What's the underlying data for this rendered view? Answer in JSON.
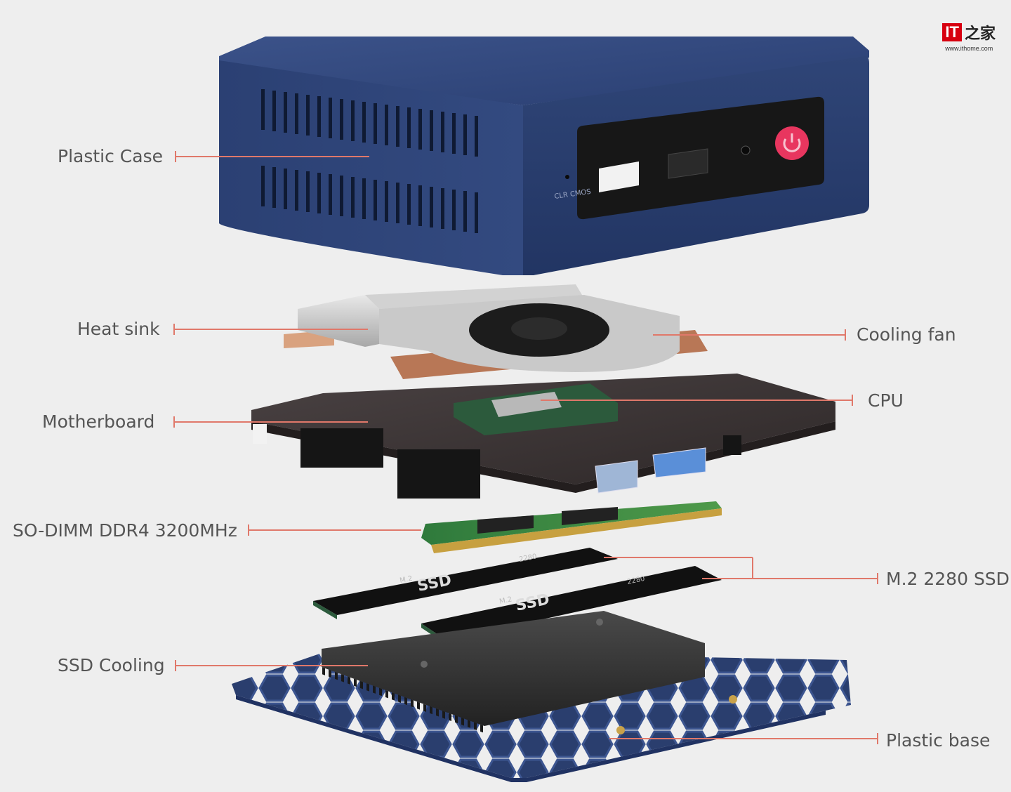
{
  "watermark": {
    "logo_mark": "IT",
    "logo_text": "之家",
    "url": "www.ithome.com"
  },
  "case_labels": {
    "clr_cmos": "CLR CMOS"
  },
  "ssd_labels": {
    "m2": "M.2",
    "ssd": "SSD",
    "size": "2280"
  },
  "labels": {
    "plastic_case": "Plastic Case",
    "heat_sink": "Heat sink",
    "cooling_fan": "Cooling fan",
    "motherboard": "Motherboard",
    "cpu": "CPU",
    "so_dimm": "SO-DIMM DDR4 3200MHz",
    "m2_ssd": "M.2 2280 SSD",
    "ssd_cooling": "SSD Cooling",
    "plastic_base": "Plastic base"
  },
  "colors": {
    "leader_line": "#e0786a",
    "case_blue": "#2d4479",
    "power_button": "#e8365f",
    "label_text": "#555555"
  }
}
